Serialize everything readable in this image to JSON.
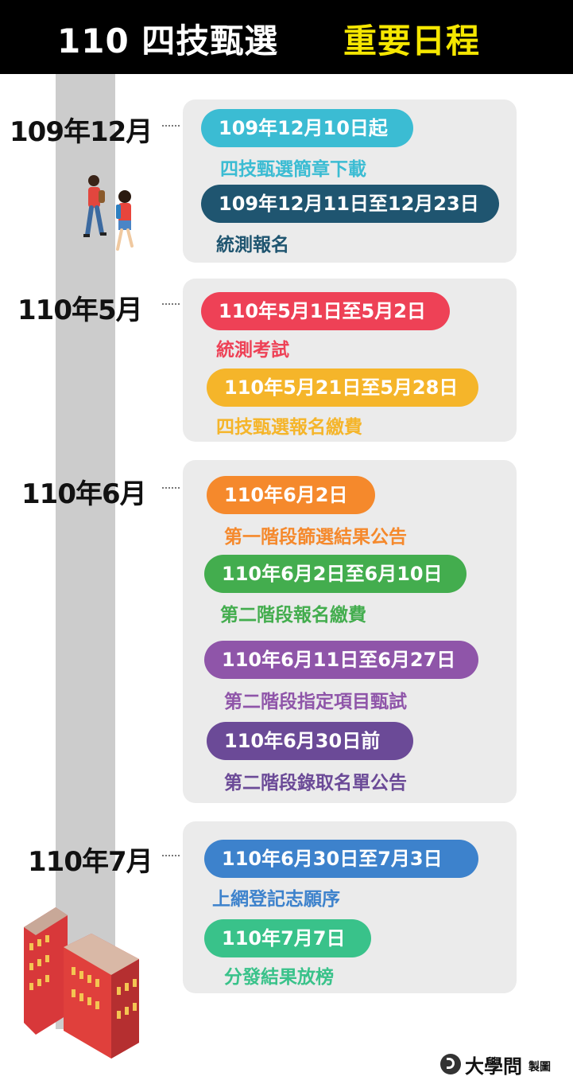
{
  "header": {
    "title_left": "110 四技甄選",
    "title_right": "重要日程"
  },
  "colors": {
    "teal": "#3bbcd3",
    "navy": "#1f5570",
    "red": "#ee4156",
    "yellow": "#f5b52a",
    "orange": "#f5892c",
    "green": "#43ad4e",
    "purple": "#8f55a9",
    "violet": "#6b4a97",
    "blue": "#3d82cc",
    "mint": "#39c28a"
  },
  "sections": [
    {
      "month": "109年12月",
      "events": [
        {
          "date": "109年12月10日起",
          "desc": "四技甄選簡章下載"
        },
        {
          "date": "109年12月11日至12月23日",
          "desc": "統測報名"
        }
      ]
    },
    {
      "month": "110年5月",
      "events": [
        {
          "date": "110年5月1日至5月2日",
          "desc": "統測考試"
        },
        {
          "date": "110年5月21日至5月28日",
          "desc": "四技甄選報名繳費"
        }
      ]
    },
    {
      "month": "110年6月",
      "events": [
        {
          "date": "110年6月2日",
          "desc": "第一階段篩選結果公告"
        },
        {
          "date": "110年6月2日至6月10日",
          "desc": "第二階段報名繳費"
        },
        {
          "date": "110年6月11日至6月27日",
          "desc": "第二階段指定項目甄試"
        },
        {
          "date": "110年6月30日前",
          "desc": "第二階段錄取名單公告"
        }
      ]
    },
    {
      "month": "110年7月",
      "events": [
        {
          "date": "110年6月30日至7月3日",
          "desc": "上網登記志願序"
        },
        {
          "date": "110年7月7日",
          "desc": "分發結果放榜"
        }
      ]
    }
  ],
  "footer": {
    "brand": "大學問",
    "credit": "製圖"
  }
}
